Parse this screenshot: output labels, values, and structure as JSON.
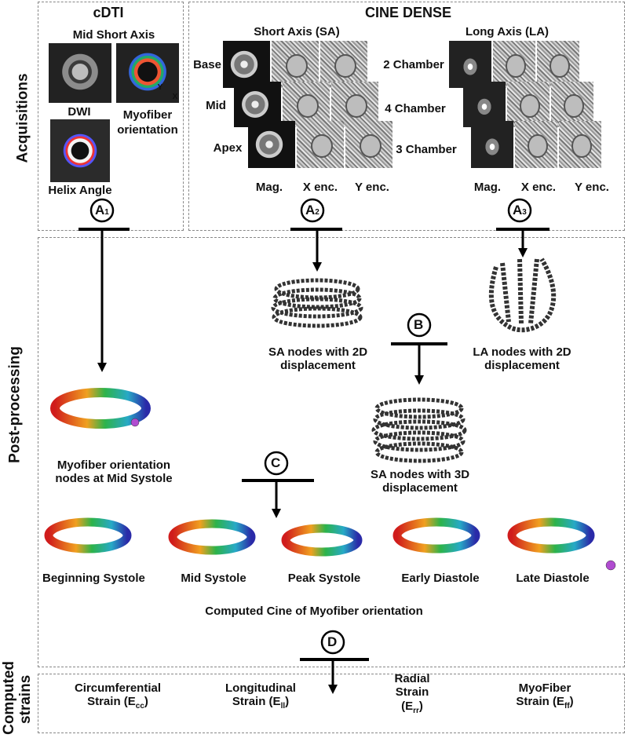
{
  "cdti": {
    "title": "cDTI",
    "mid_short_axis": "Mid Short Axis",
    "dwi": "DWI",
    "myofiber": "Myofiber orientation",
    "helix": "Helix Angle",
    "axis_y": "Y",
    "axis_x": "X"
  },
  "cine": {
    "title": "CINE DENSE",
    "sa_title": "Short Axis (SA)",
    "la_title": "Long Axis (LA)",
    "rows_sa": [
      "Base",
      "Mid",
      "Apex"
    ],
    "rows_la": [
      "2 Chamber",
      "4 Chamber",
      "3 Chamber"
    ],
    "cols": [
      "Mag.",
      "X enc.",
      "Y enc."
    ]
  },
  "sections": {
    "acquisitions": "Acquisitions",
    "post_processing": "Post-processing",
    "computed_strains_1": "Computed",
    "computed_strains_2": "strains"
  },
  "steps": {
    "a": "A",
    "a1": "1",
    "a2": "2",
    "a3": "3",
    "b": "B",
    "c": "C",
    "d": "D"
  },
  "post": {
    "sa2d_1": "SA nodes with 2D",
    "sa2d_2": "displacement",
    "la2d_1": "LA nodes with 2D",
    "la2d_2": "displacement",
    "sa3d_1": "SA nodes with 3D",
    "sa3d_2": "displacement",
    "myo_1": "Myofiber orientation",
    "myo_2": "nodes at Mid Systole",
    "phases": [
      "Beginning Systole",
      "Mid Systole",
      "Peak Systole",
      "Early Diastole",
      "Late Diastole"
    ],
    "cine_caption": "Computed Cine of Myofiber orientation"
  },
  "strains": [
    {
      "line1": "Circumferential",
      "line2": "Strain (E",
      "sub": "cc",
      "end": ")"
    },
    {
      "line1": "Longitudinal",
      "line2": "Strain (E",
      "sub": "ll",
      "end": ")"
    },
    {
      "line1": "Radial",
      "line2": "Strain",
      "line3": "(E",
      "sub": "rr",
      "end": ")"
    },
    {
      "line1": "MyoFiber",
      "line2": "Strain (E",
      "sub": "ff",
      "end": ")"
    }
  ]
}
